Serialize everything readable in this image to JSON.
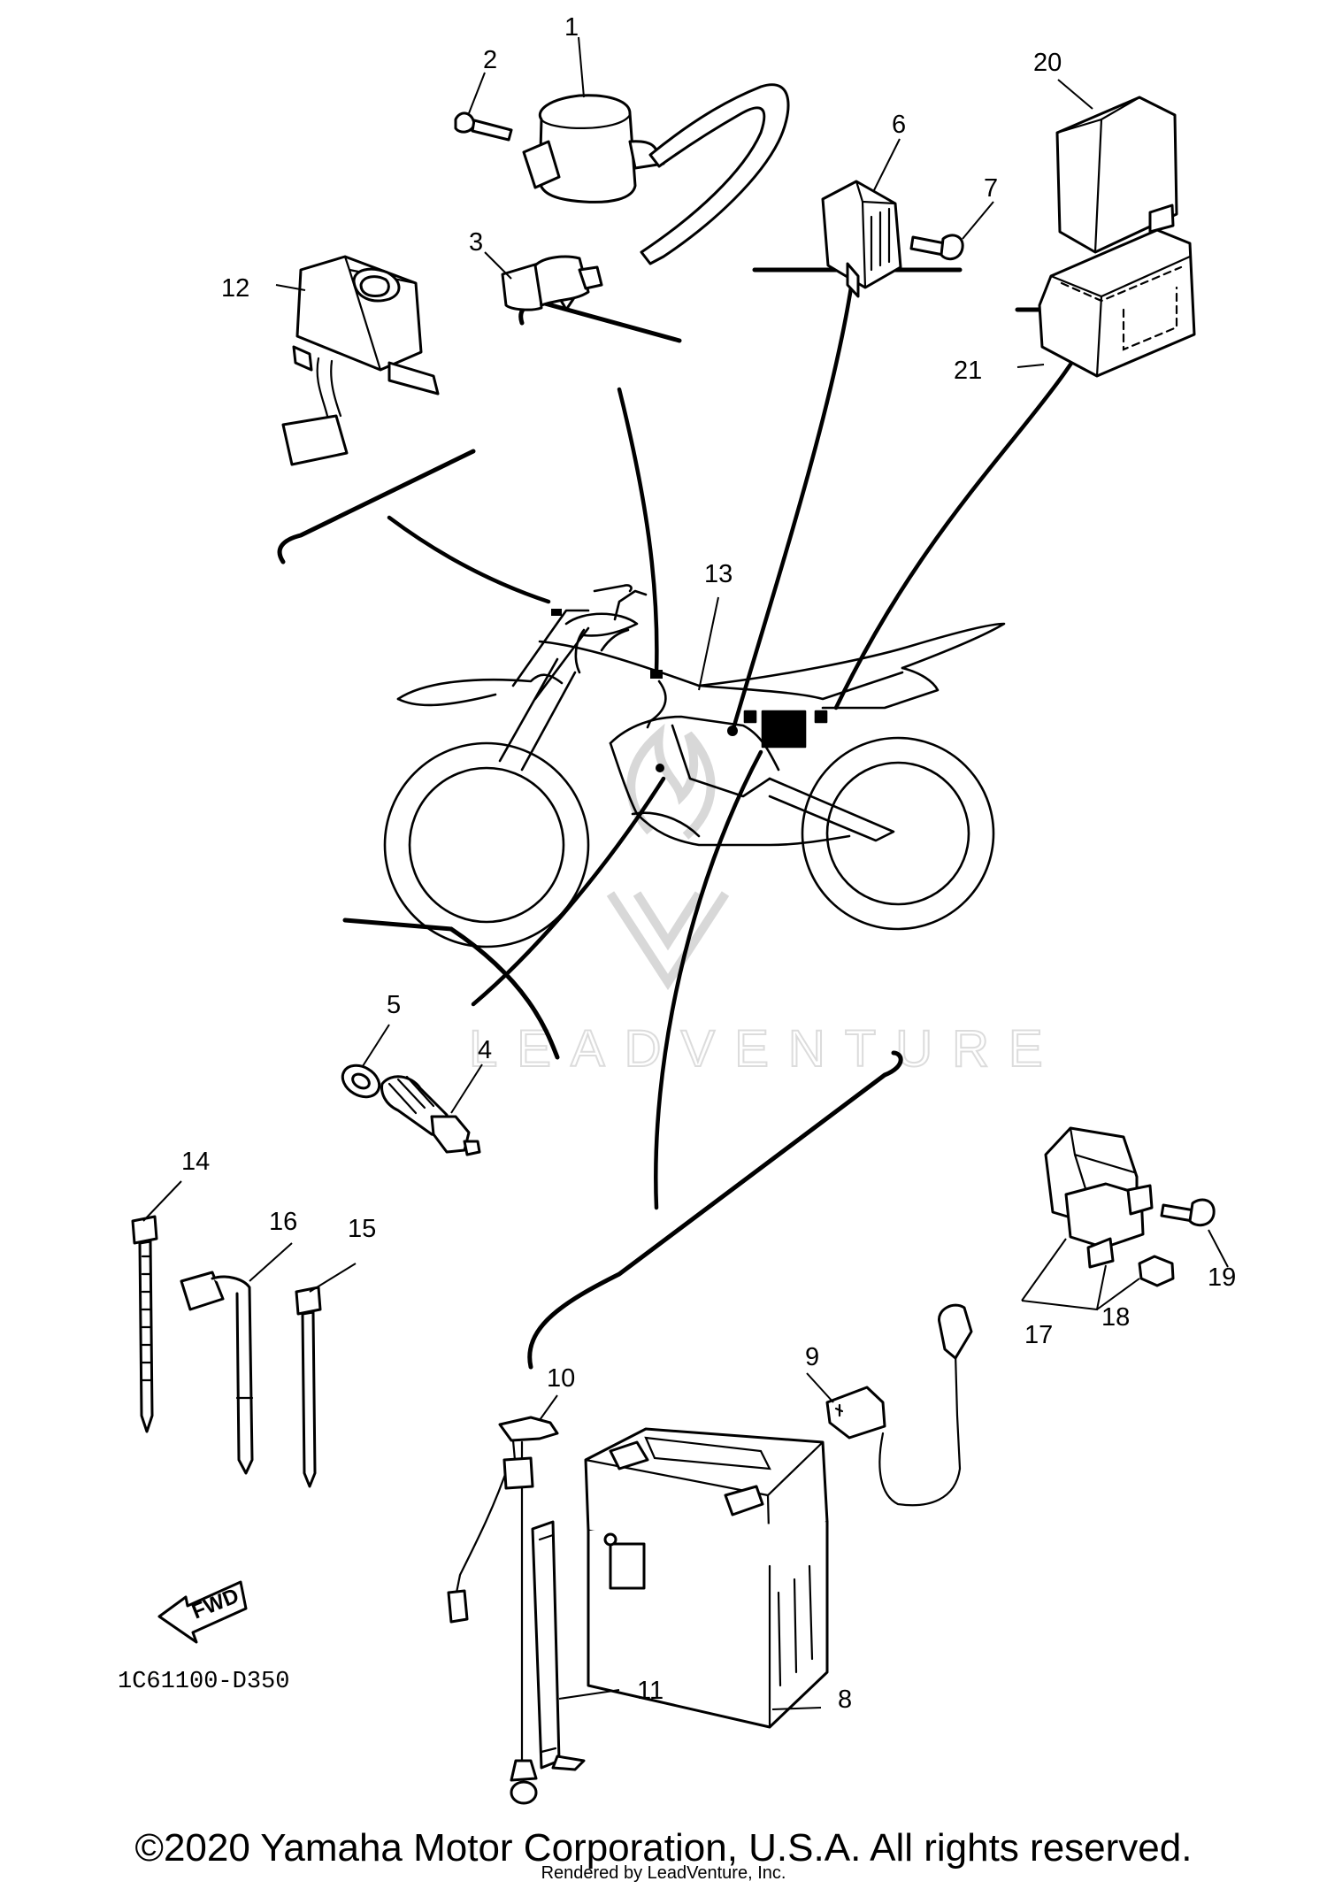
{
  "diagram": {
    "ref_code": "1C61100-D350",
    "fwd_label": "FWD",
    "watermark_text": "LEADVENTURE",
    "callouts": {
      "p1": "1",
      "p2": "2",
      "p3": "3",
      "p4": "4",
      "p5": "5",
      "p6": "6",
      "p7": "7",
      "p8": "8",
      "p9": "9",
      "p10": "10",
      "p11": "11",
      "p12": "12",
      "p13": "13",
      "p14": "14",
      "p15": "15",
      "p16": "16",
      "p17": "17",
      "p18": "18",
      "p19": "19",
      "p20": "20",
      "p21": "21"
    }
  },
  "footer": {
    "copyright": "©2020 Yamaha Motor Corporation, U.S.A. All rights reserved.",
    "rendered_by": "Rendered by LeadVenture, Inc."
  }
}
